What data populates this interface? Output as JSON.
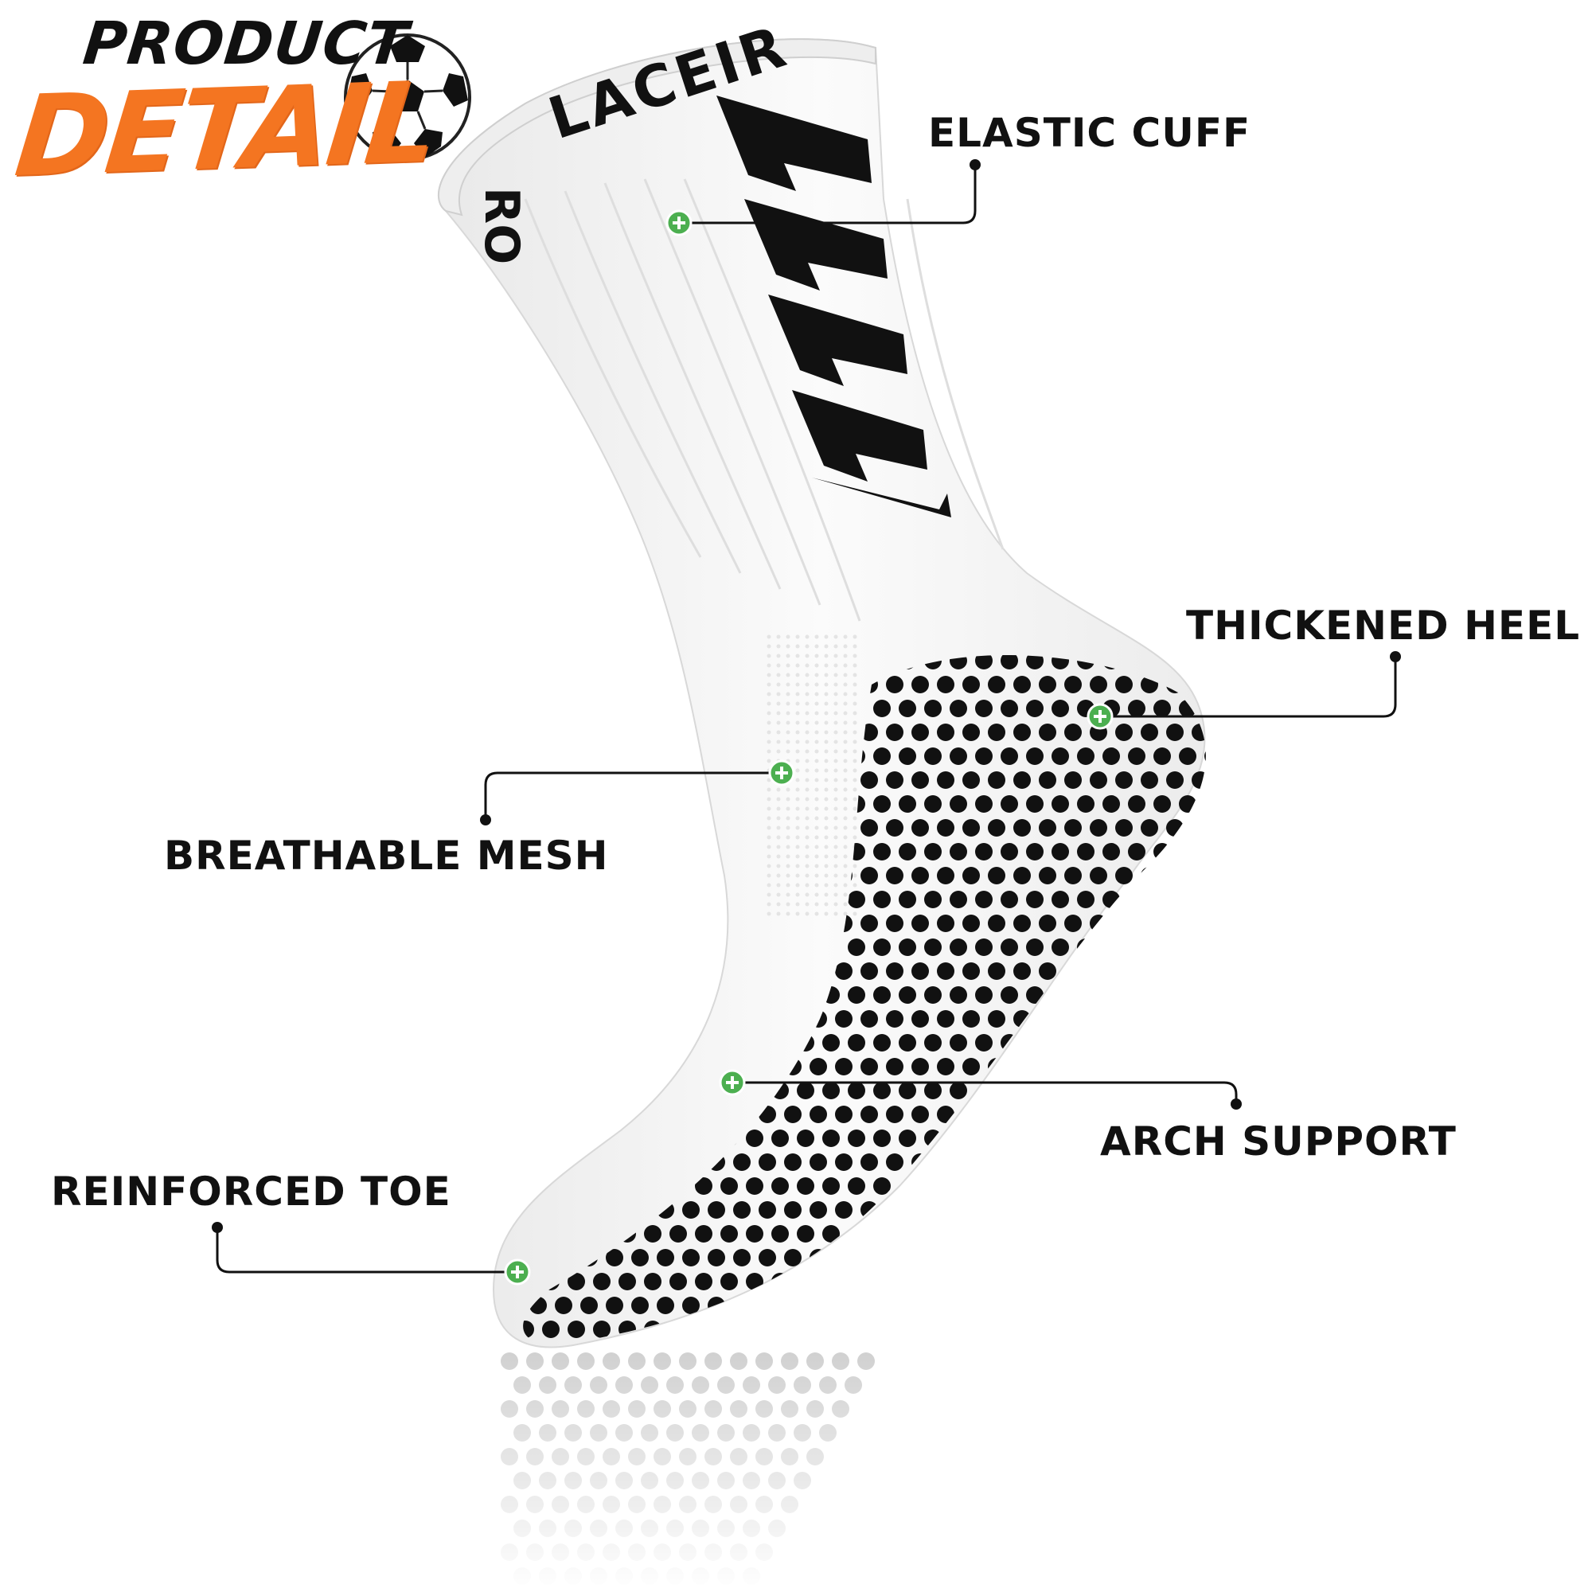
{
  "header": {
    "title_line1": "PRODUCT",
    "title_line2": "DETAIL",
    "accent_color": "#f47521"
  },
  "brand": {
    "cuff_text": "LACEIR",
    "cuff_text_side": "RO"
  },
  "features": [
    {
      "label": "ELASTIC CUFF"
    },
    {
      "label": "THICKENED HEEL"
    },
    {
      "label": "BREATHABLE MESH"
    },
    {
      "label": "ARCH SUPPORT"
    },
    {
      "label": "REINFORCED TOE"
    }
  ],
  "icons": {
    "hotspot": "plus-circle-icon",
    "ball": "soccer-ball-icon"
  },
  "colors": {
    "hotspot": "#4caf50",
    "grip_dots": "#111111",
    "sock": "#f7f7f7"
  }
}
